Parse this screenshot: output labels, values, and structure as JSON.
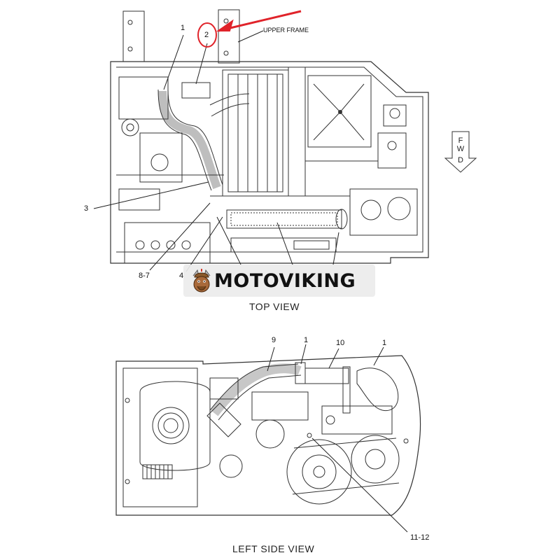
{
  "top_view": {
    "title": "TOP VIEW",
    "upper_frame_label": "UPPER FRAME",
    "callouts": [
      "1",
      "2",
      "3",
      "8-7",
      "4"
    ],
    "fwd_letters": [
      "F",
      "W",
      "D"
    ]
  },
  "left_side_view": {
    "title": "LEFT SIDE VIEW",
    "callouts": [
      "9",
      "1",
      "10",
      "1",
      "11-12"
    ]
  },
  "watermark": {
    "text": "MOTOVIKING",
    "logo": "viking-mascot-logo"
  },
  "colors": {
    "line": "#333333",
    "highlight": "#e0232a",
    "watermark_bg": "#ebebeb"
  }
}
